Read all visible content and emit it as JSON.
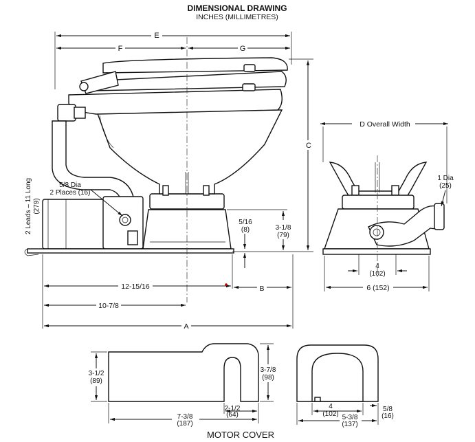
{
  "header": {
    "title": "DIMENSIONAL DRAWING",
    "subtitle": "INCHES (MILLIMETRES)"
  },
  "side_view": {
    "dim_e": "E",
    "dim_f": "F",
    "dim_g": "G",
    "dim_c": "C",
    "dim_12_15_16": "12-15/16",
    "dim_b": "B",
    "dim_10_7_8": "10-7/8",
    "dim_a": "A",
    "leads_label": "2 Leads – 11 Long",
    "leads_mm": "(279)",
    "hole_label_1": "5/8 Dia",
    "hole_label_2": "2 Places (16)",
    "dim_5_16": "5/16",
    "dim_5_16_mm": "(8)",
    "dim_3_1_8": "3-1/8",
    "dim_3_1_8_mm": "(79)"
  },
  "front_view": {
    "dim_d": "D Overall Width",
    "dia_label": "1 Dia",
    "dia_mm": "(25)",
    "dim_4": "4",
    "dim_4_mm": "(102)",
    "dim_6": "6 (152)"
  },
  "motor_cover": {
    "title": "MOTOR COVER",
    "h1": "3-1/2",
    "h1_mm": "(89)",
    "h2": "3-7/8",
    "h2_mm": "(98)",
    "slot": "2-1/2",
    "slot_mm": "(64)",
    "len": "7-3/8",
    "len_mm": "(187)",
    "w4": "4",
    "w4_mm": "(102)",
    "w5": "5-3/8",
    "w5_mm": "(137)",
    "w58": "5/8",
    "w58_mm": "(16)"
  }
}
